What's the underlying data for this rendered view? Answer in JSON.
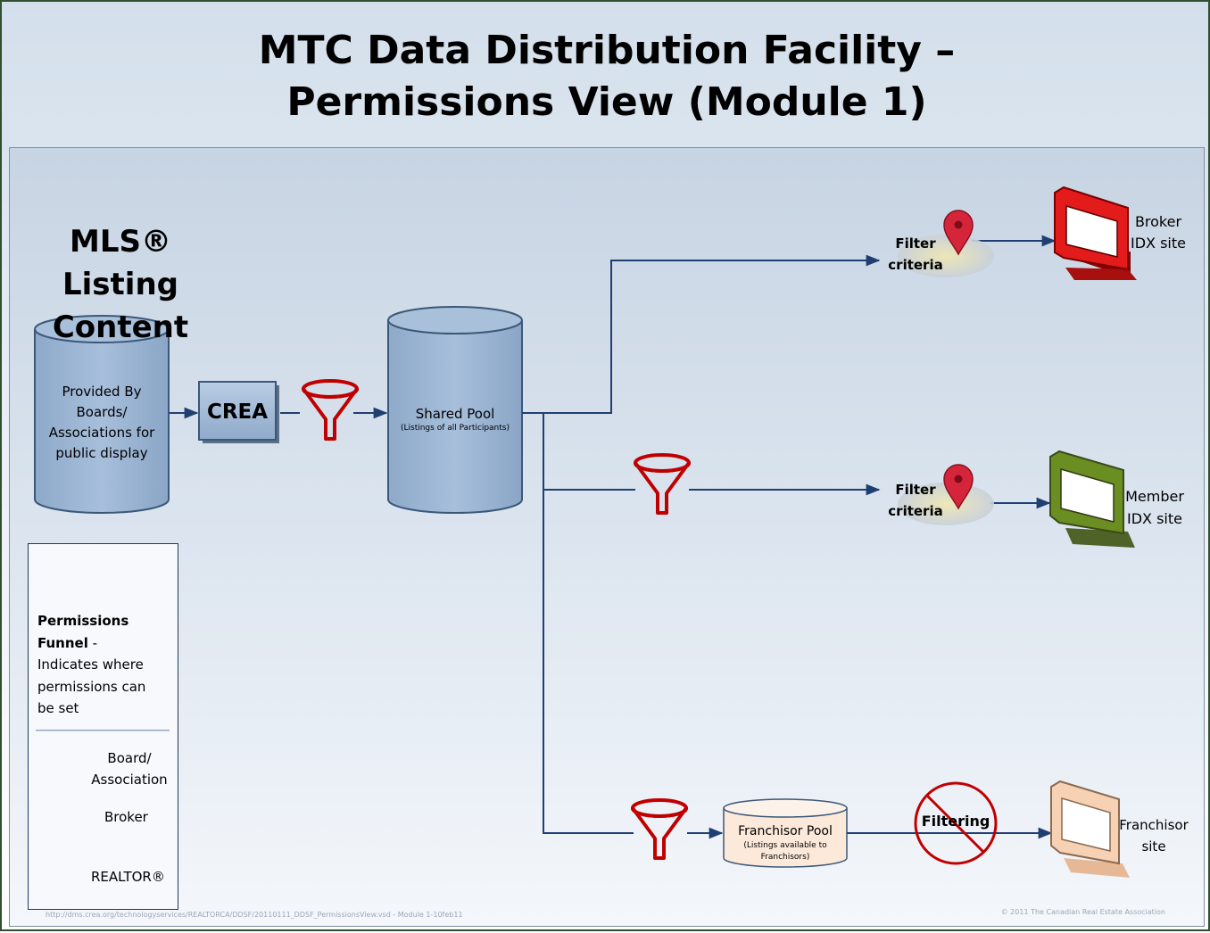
{
  "title": {
    "line1": "MTC Data Distribution Facility –",
    "line2": "Permissions View (Module 1)"
  },
  "mls": {
    "line1": "MLS® Listing",
    "line2": "Content"
  },
  "source_db": {
    "line1": "Provided By",
    "line2": "Boards/",
    "line3": "Associations for",
    "line4": "public display"
  },
  "crea": "CREA",
  "shared_pool": {
    "title": "Shared Pool",
    "subtitle": "(Listings of all Participants)"
  },
  "filter_criteria": {
    "line1": "Filter",
    "line2": "criteria"
  },
  "broker_idx": {
    "line1": "Broker",
    "line2": "IDX site"
  },
  "member_idx": {
    "line1": "Member",
    "line2": "IDX site"
  },
  "franchisor_pool": {
    "title": "Franchisor Pool",
    "subtitle1": "(Listings available to",
    "subtitle2": "Franchisors)"
  },
  "filtering": "Filtering",
  "franchisor_site": {
    "line1": "Franchisor",
    "line2": "site"
  },
  "legend": {
    "heading_bold1": "Permissions",
    "heading_bold2": "Funnel",
    "heading_dash": " -",
    "desc1": "Indicates where",
    "desc2": "permissions can",
    "desc3": "be set",
    "item1_line1": "Board/",
    "item1_line2": "Association",
    "item2": "Broker",
    "item3": "REALTOR®"
  },
  "footer": {
    "left": "http://dms.crea.org/technologyservices/REALTORCA/DDSF/20110111_DDSF_PermissionsView.vsd - Module 1-10feb11",
    "right": "© 2011 The Canadian Real Estate Association"
  },
  "colors": {
    "db_fill": "#9bb5d3",
    "db_stroke": "#3b5878",
    "connector": "#1f3f73",
    "funnel_broker": "#c00000",
    "funnel_board": "#1f4e8c",
    "funnel_realtor": "#4f6228",
    "monitor_broker": "#e31b1b",
    "monitor_member": "#6b8e23",
    "monitor_franchisor": "#f6d1b3",
    "pin": "#d5253b"
  },
  "icons": [
    "funnel-icon",
    "database-icon",
    "monitor-icon",
    "map-pin-icon",
    "no-sign-icon",
    "arrow-icon"
  ]
}
